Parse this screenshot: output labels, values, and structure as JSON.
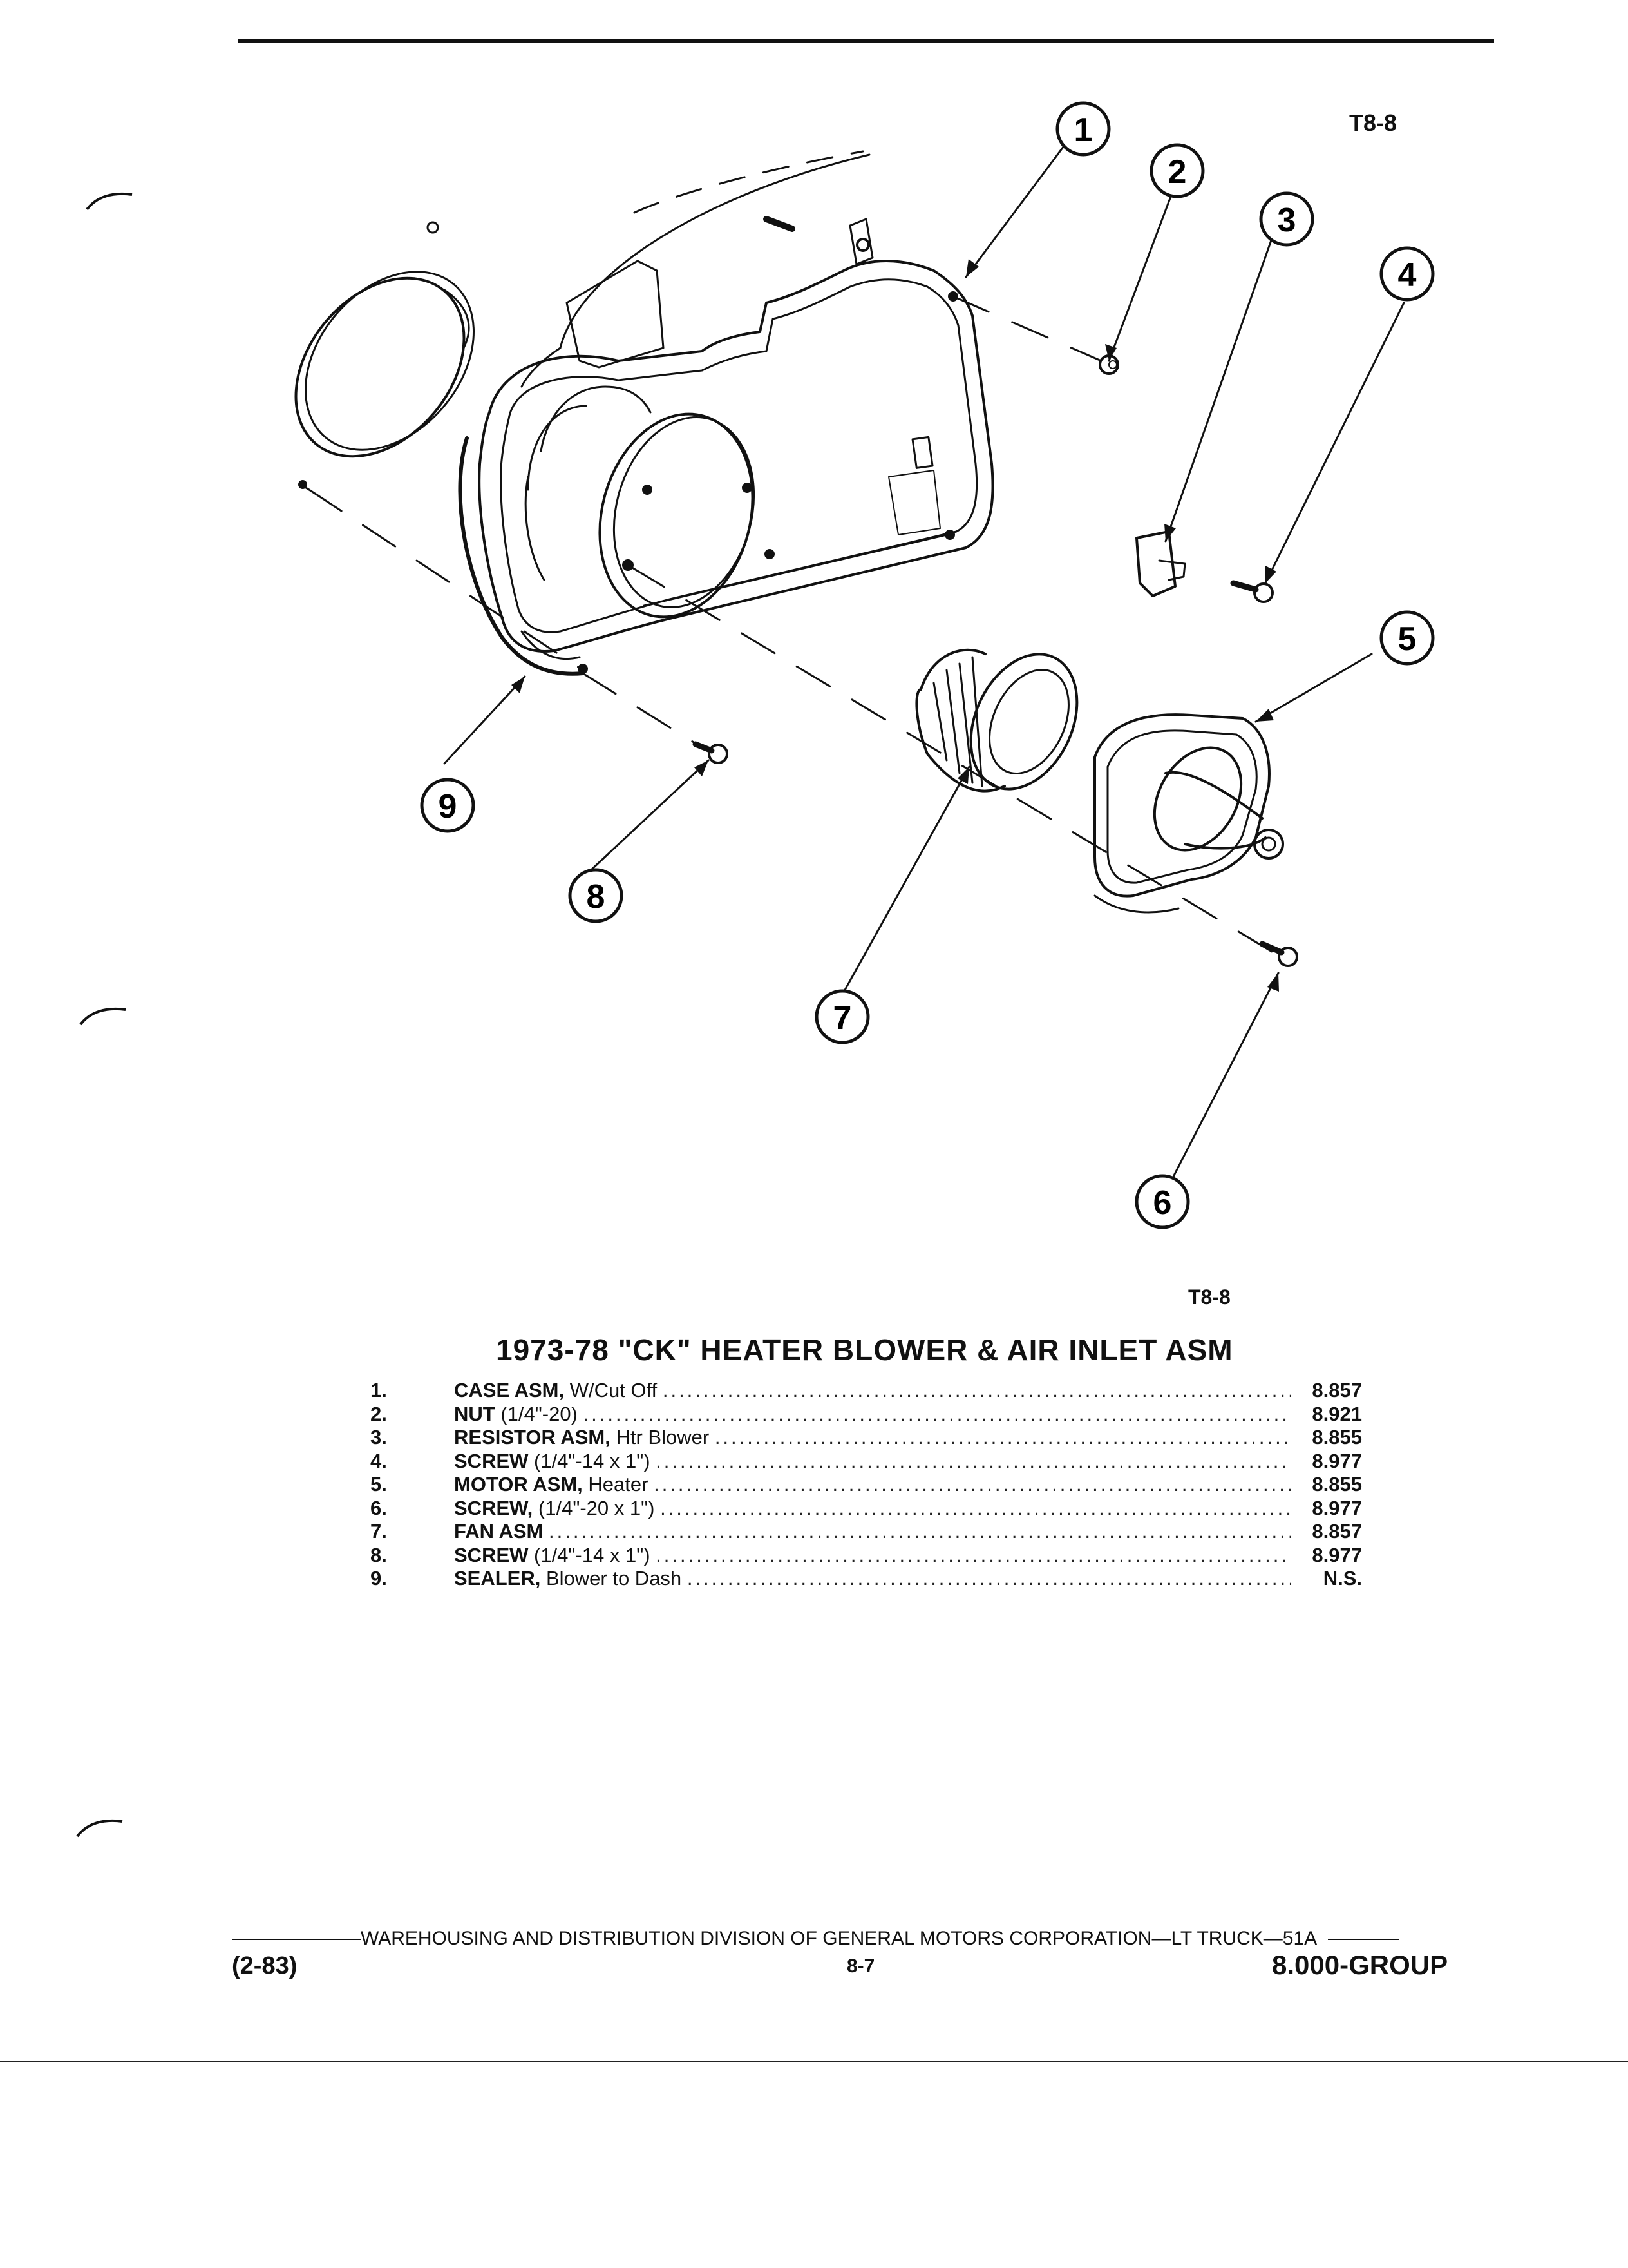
{
  "figure_code": "T8-8",
  "callouts": [
    "1",
    "2",
    "3",
    "4",
    "5",
    "6",
    "7",
    "8",
    "9"
  ],
  "parts_title": "1973-78 \"CK\" HEATER BLOWER & AIR INLET ASM",
  "parts": [
    {
      "num": "1.",
      "name": "CASE ASM,",
      "detail": " W/Cut Off",
      "group": "8.857"
    },
    {
      "num": "2.",
      "name": "NUT",
      "detail": " (1/4\"-20)",
      "group": "8.921"
    },
    {
      "num": "3.",
      "name": "RESISTOR ASM,",
      "detail": " Htr Blower",
      "group": "8.855"
    },
    {
      "num": "4.",
      "name": "SCREW",
      "detail": " (1/4\"-14 x 1\")",
      "group": "8.977"
    },
    {
      "num": "5.",
      "name": "MOTOR ASM,",
      "detail": " Heater",
      "group": "8.855"
    },
    {
      "num": "6.",
      "name": "SCREW,",
      "detail": " (1/4\"-20 x 1\")",
      "group": "8.977"
    },
    {
      "num": "7.",
      "name": "FAN ASM",
      "detail": "",
      "group": "8.857"
    },
    {
      "num": "8.",
      "name": "SCREW",
      "detail": " (1/4\"-14 x 1\")",
      "group": "8.977"
    },
    {
      "num": "9.",
      "name": "SEALER,",
      "detail": " Blower to Dash",
      "group": "N.S."
    }
  ],
  "footer": {
    "division": "WAREHOUSING AND DISTRIBUTION  DIVISION OF GENERAL MOTORS CORPORATION—LT TRUCK—51A",
    "date": "(2-83)",
    "page": "8-7",
    "group": "8.000-GROUP"
  }
}
